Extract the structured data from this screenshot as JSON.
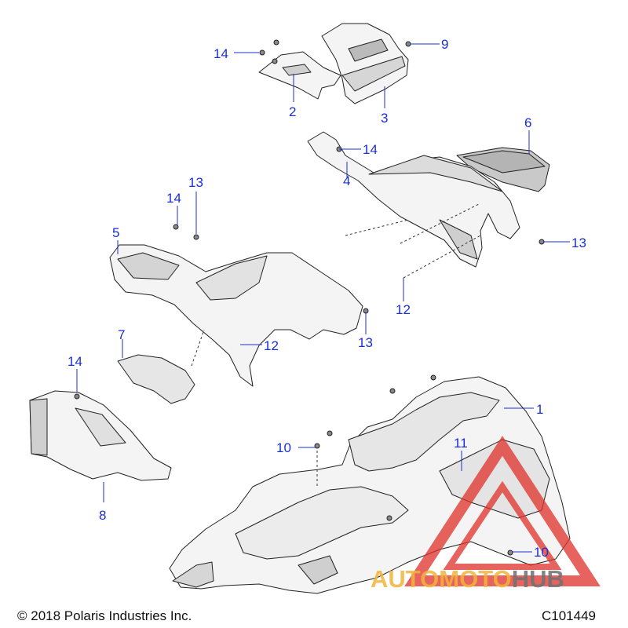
{
  "diagram": {
    "callouts": [
      {
        "id": "c14a",
        "text": "14"
      },
      {
        "id": "c9",
        "text": "9"
      },
      {
        "id": "c2",
        "text": "2"
      },
      {
        "id": "c3",
        "text": "3"
      },
      {
        "id": "c6",
        "text": "6"
      },
      {
        "id": "c14b",
        "text": "14"
      },
      {
        "id": "c4",
        "text": "4"
      },
      {
        "id": "c14c",
        "text": "14"
      },
      {
        "id": "c13a",
        "text": "13"
      },
      {
        "id": "c5",
        "text": "5"
      },
      {
        "id": "c13b",
        "text": "13"
      },
      {
        "id": "c12a",
        "text": "12"
      },
      {
        "id": "c13c",
        "text": "13"
      },
      {
        "id": "c7",
        "text": "7"
      },
      {
        "id": "c12b",
        "text": "12"
      },
      {
        "id": "c14d",
        "text": "14"
      },
      {
        "id": "c1",
        "text": "1"
      },
      {
        "id": "c8",
        "text": "8"
      },
      {
        "id": "c10a",
        "text": "10"
      },
      {
        "id": "c11",
        "text": "11"
      },
      {
        "id": "c10b",
        "text": "10"
      }
    ]
  },
  "footer": {
    "copyright": "© 2018 Polaris Industries Inc.",
    "figure_id": "C101449"
  },
  "watermark": {
    "part1": "AUTOMOTO",
    "part2": "HUB",
    "color_primary": "#f2b43a",
    "color_secondary": "#707070",
    "color_triangle": "#e0302a"
  },
  "colors": {
    "callout": "#1a2fd0",
    "line_art": "#222222"
  }
}
